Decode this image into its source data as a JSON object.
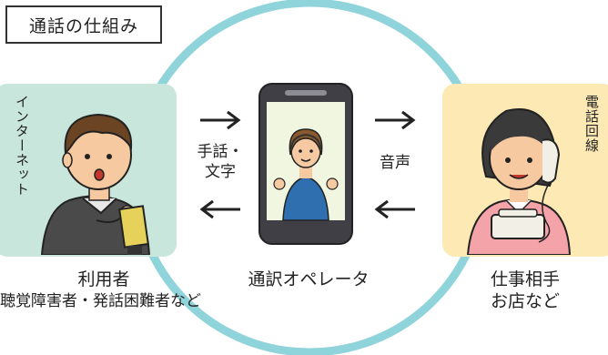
{
  "title": "通話の仕組み",
  "left": {
    "side_label": "インターネット",
    "name": "利用者",
    "subtitle": "聴覚障害者・発話困難者など"
  },
  "center": {
    "name": "通訳オペレータ",
    "left_channel": "手話・文字",
    "right_channel": "音声"
  },
  "right": {
    "side_label": "電話回線",
    "name": "仕事相手",
    "subtitle": "お店など"
  },
  "colors": {
    "ring": "#8fd3db",
    "left_panel": "#c9e6dc",
    "right_panel": "#fde9b4",
    "phone": "#3f3f45"
  }
}
